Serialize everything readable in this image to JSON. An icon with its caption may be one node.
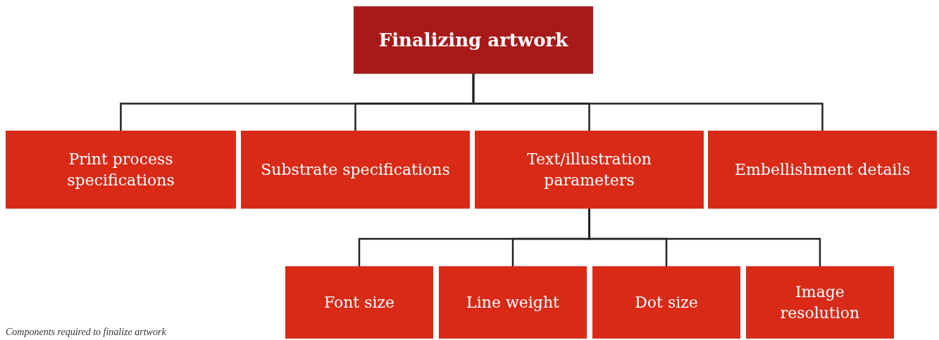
{
  "diagram": {
    "caption": "Components required to finalize artwork",
    "nodes": [
      {
        "text": [
          "Finalizing artwork"
        ]
      },
      {
        "text": [
          "Print process specifications"
        ]
      },
      {
        "text": [
          "Substrate specifications"
        ]
      },
      {
        "text": [
          "Text/illustration parameters"
        ]
      },
      {
        "text": [
          "Embellishment details"
        ]
      },
      {
        "text": [
          "Font size"
        ]
      },
      {
        "text": [
          "Line weight"
        ]
      },
      {
        "text": [
          "Dot size"
        ]
      },
      {
        "text": [
          "Image resolution"
        ]
      }
    ],
    "edges": [
      {
        "from": 0,
        "to": 1,
        "arrow": "none"
      },
      {
        "from": 0,
        "to": 2,
        "arrow": "none"
      },
      {
        "from": 0,
        "to": 3,
        "arrow": "none"
      },
      {
        "from": 0,
        "to": 4,
        "arrow": "none"
      },
      {
        "from": 3,
        "to": 5,
        "arrow": "none"
      },
      {
        "from": 3,
        "to": 6,
        "arrow": "none"
      },
      {
        "from": 3,
        "to": 7,
        "arrow": "none"
      },
      {
        "from": 3,
        "to": 8,
        "arrow": "none"
      }
    ]
  }
}
